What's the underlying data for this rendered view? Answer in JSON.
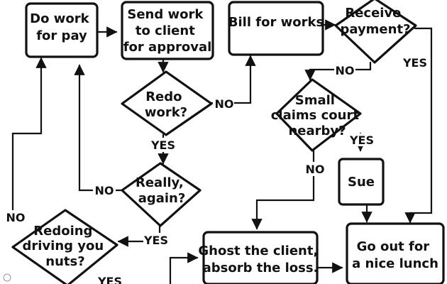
{
  "nodes": {
    "do_work": {
      "lines": [
        "Do work",
        "for pay"
      ]
    },
    "send_work": {
      "lines": [
        "Send work",
        "to client",
        "for approval"
      ]
    },
    "bill": {
      "lines": [
        "Bill for works"
      ]
    },
    "receive_payment": {
      "lines": [
        "Receive",
        "payment?"
      ]
    },
    "redo_work": {
      "lines": [
        "Redo",
        "work?"
      ]
    },
    "small_claims": {
      "lines": [
        "Small",
        "claims court",
        "nearby?"
      ]
    },
    "really_again": {
      "lines": [
        "Really,",
        "again?"
      ]
    },
    "sue": {
      "lines": [
        "Sue"
      ]
    },
    "redoing_nuts": {
      "lines": [
        "Redoing",
        "driving you",
        "nuts?"
      ]
    },
    "ghost": {
      "lines": [
        "Ghost the client,",
        "absorb the loss."
      ]
    },
    "lunch": {
      "lines": [
        "Go out for",
        "a nice lunch"
      ]
    }
  },
  "edge_labels": {
    "redo_no": "NO",
    "redo_yes": "YES",
    "receive_no": "NO",
    "receive_yes": "YES",
    "claims_yes": "YES",
    "claims_no": "NO",
    "really_no": "NO",
    "really_yes": "YES",
    "nuts_no": "NO",
    "nuts_yes": "YES"
  }
}
